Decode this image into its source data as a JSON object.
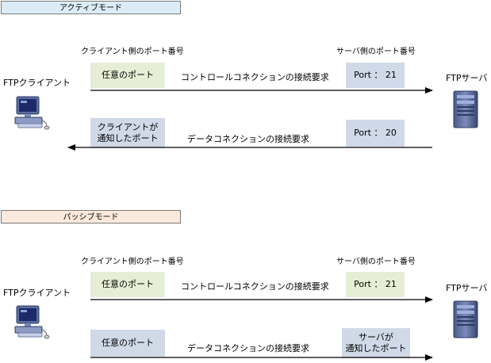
{
  "active": {
    "title": "アクティブモード",
    "client_port_header": "クライアント側のポート番号",
    "server_port_header": "サーバ側のポート番号",
    "client_label": "FTPクライアント",
    "server_label": "FTPサーバ",
    "control": {
      "client_port": "任意のポート",
      "message": "コントロールコネクションの接続要求",
      "server_port": "Port ： 21"
    },
    "data": {
      "client_port_line1": "クライアントが",
      "client_port_line2": "通知したポート",
      "message": "データコネクションの接続要求",
      "server_port": "Port ： 20"
    }
  },
  "passive": {
    "title": "パッシブモード",
    "client_port_header": "クライアント側のポート番号",
    "server_port_header": "サーバ側のポート番号",
    "client_label": "FTPクライアント",
    "server_label": "FTPサーバ",
    "control": {
      "client_port": "任意のポート",
      "message": "コントロールコネクションの接続要求",
      "server_port": "Port ： 21"
    },
    "data": {
      "client_port": "任意のポート",
      "message": "データコネクションの接続要求",
      "server_port_line1": "サーバが",
      "server_port_line2": "通知したポート"
    }
  },
  "colors": {
    "active_banner": "#dcecf6",
    "passive_banner": "#fbe9dc",
    "client_port_box": "#e6efd6",
    "server_port_box": "#cfd9e8"
  }
}
